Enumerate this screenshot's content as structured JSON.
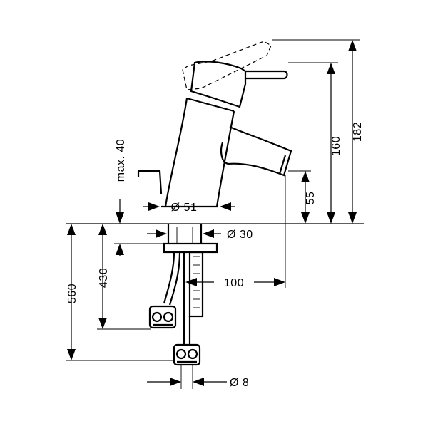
{
  "dimensions": {
    "height_overall": "182",
    "height_spout": "160",
    "spout_clearance": "55",
    "projection": "100",
    "body_diameter": "Ø 51",
    "shank_diameter": "Ø 30",
    "hose_diameter": "Ø 8",
    "max_thickness": "max. 40",
    "hose_length_long": "560",
    "hose_length_short": "430"
  }
}
